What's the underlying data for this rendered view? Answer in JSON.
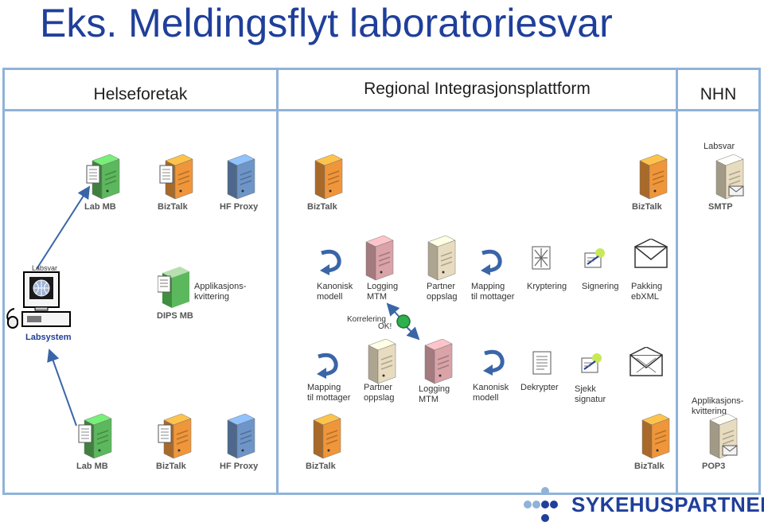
{
  "title": "Eks. Meldingsflyt laboratoriesvar",
  "columns": [
    "Helseforetak",
    "Regional Integrasjonsplattform",
    "NHN"
  ],
  "top_row": {
    "labsvar_label": "Labsvar",
    "servers": [
      "Lab MB",
      "BizTalk",
      "HF Proxy",
      "BizTalk",
      "BizTalk",
      "SMTP"
    ]
  },
  "middle": {
    "labsvar_label": "Labsvar",
    "labsystem_label": "Labsystem",
    "dips": "DIPS MB",
    "app_kvittering": "Applikasjons-\nkvittering",
    "steps": [
      "Kanonisk\nmodell",
      "Logging\nMTM",
      "Partner\noppslag",
      "Mapping\ntil mottager",
      "Kryptering",
      "Signering",
      "Pakking\nebXML"
    ],
    "korrelering": "Korrelering",
    "ok": "OK!"
  },
  "lower": {
    "steps": [
      "Mapping\ntil mottager",
      "Partner\noppslag",
      "Logging\nMTM",
      "Kanonisk\nmodell",
      "Dekrypter",
      "Sjekk\nsignatur"
    ],
    "app_kvittering": "Applikasjons-\nkvittering"
  },
  "bottom_row": {
    "servers": [
      "Lab MB",
      "BizTalk",
      "HF Proxy",
      "BizTalk",
      "BizTalk",
      "POP3"
    ]
  },
  "logo": "SYKEHUSPARTNER",
  "colors": {
    "title": "#1f3f9a",
    "frame": "#8fb3d9",
    "server_green": "#5cb85c",
    "server_orange": "#f0963a",
    "server_blue": "#6e95c8",
    "server_beige": "#e8dcc0",
    "server_pink": "#d9a3a8",
    "arrow": "#3a66a8"
  }
}
